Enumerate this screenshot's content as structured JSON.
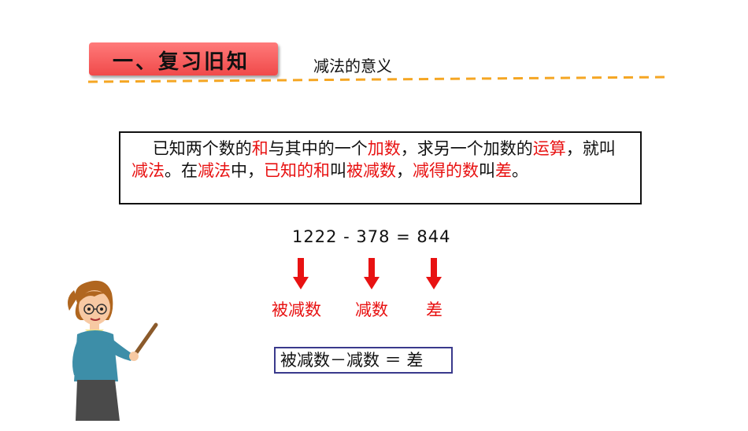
{
  "header": {
    "section_title": "一、复习旧知",
    "subtitle": "减法的意义"
  },
  "definition": {
    "segments": [
      {
        "text": "    已知两个数的",
        "red": false
      },
      {
        "text": "和",
        "red": true
      },
      {
        "text": "与其中的一个",
        "red": false
      },
      {
        "text": "加数",
        "red": true
      },
      {
        "text": "，求另一个加数的",
        "red": false
      },
      {
        "text": "运算",
        "red": true
      },
      {
        "text": "，就叫",
        "red": false
      },
      {
        "text": "减法",
        "red": true
      },
      {
        "text": "。在",
        "red": false
      },
      {
        "text": "减法",
        "red": true
      },
      {
        "text": "中，",
        "red": false
      },
      {
        "text": "已知的和",
        "red": true
      },
      {
        "text": "叫",
        "red": false
      },
      {
        "text": "被减数",
        "red": true
      },
      {
        "text": "，",
        "red": false
      },
      {
        "text": "减得的数",
        "red": true
      },
      {
        "text": "叫",
        "red": false
      },
      {
        "text": "差",
        "red": true
      },
      {
        "text": "。",
        "red": false
      }
    ]
  },
  "example": {
    "equation": "1222 - 378 = 844",
    "labels": [
      "被减数",
      "减数",
      "差"
    ]
  },
  "formula": "被减数－减数 ＝ 差",
  "colors": {
    "accent_red": "#e81212",
    "tab_red": "#f04a4a",
    "dash_orange": "#f5a623",
    "formula_border": "#3a3a8c"
  }
}
